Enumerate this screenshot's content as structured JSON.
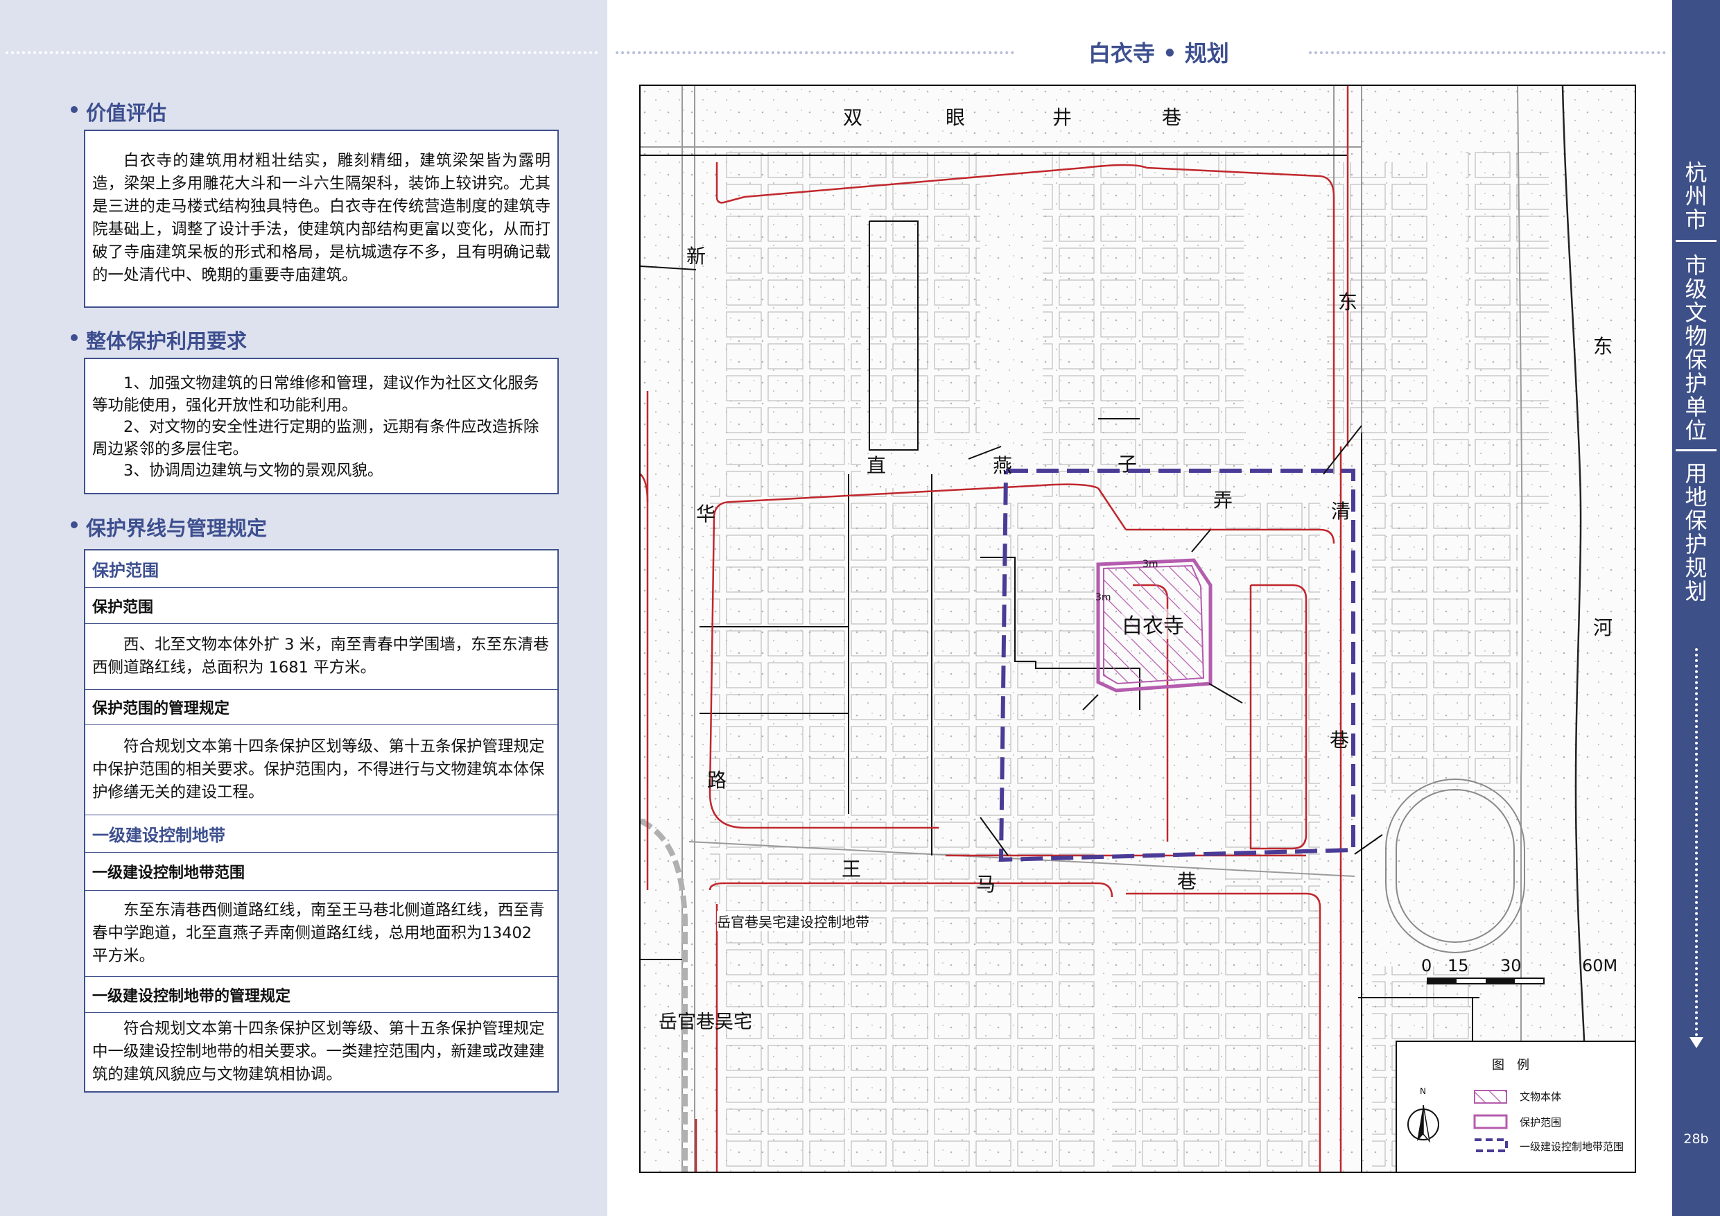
{
  "page_title": "白衣寺 • 规划",
  "page_number": "28b",
  "sidebar": {
    "city": "杭州市",
    "category": "市级文物保护单位",
    "subject": "用地保护规划"
  },
  "value_assessment": {
    "heading": "价值评估",
    "lines": [
      "白衣寺的建筑用材粗壮结实，雕刻精细，建筑梁架皆为露明造，",
      "梁架上多用雕花大斗和一斗六生隔架科，装饰上较讲究。尤其是",
      "三进的走马楼式结构独具特色。白衣寺在传统营造制度的建筑寺",
      "院基础上，调整了设计手法，使建筑内部结构更富以变化，从而",
      "打破了寺庙建筑呆板的形式和格局，是杭城遗存不多，且有明确",
      "记载的一处清代中、晚期的重要寺庙建筑。"
    ]
  },
  "protection_requirements": {
    "heading": "整体保护利用要求",
    "lines": [
      "1、加强文物建筑的日常维修和管理，建议作为社区文化服务",
      "等功能使用，强化开放性和功能利用。",
      "2、对文物的安全性进行定期的监测，远期有条件应改造拆除",
      "周边紧邻的多层住宅。",
      "3、协调周边建筑与文物的景观风貌。"
    ]
  },
  "boundaries": {
    "heading": "保护界线与管理规定",
    "protection_zone": {
      "title": "保护范围",
      "scope_label": "保护范围",
      "scope_lines": [
        "西、北至文物本体外扩 3 米，南至青春中学围墙，东至东清",
        "巷西侧道路红线，总面积为 1681 平方米。"
      ],
      "rules_label": "保护范围的管理规定",
      "rules_lines": [
        "符合规划文本第十四条保护区划等级、第十五条保护管理规定",
        "中保护范围的相关要求。保护范围内，不得进行与文物建筑本体",
        "保护修缮无关的建设工程。"
      ]
    },
    "control_zone": {
      "title": "一级建设控制地带",
      "scope_label": "一级建设控制地带范围",
      "scope_lines": [
        "东至东清巷西侧道路红线，南至王马巷北侧道路红线，西",
        "至青春中学跑道，北至直燕子弄南侧道路红线，总用地面积为",
        "13402 平方米。"
      ],
      "rules_label": "一级建设控制地带的管理规定",
      "rules_lines": [
        "符合规划文本第十四条保护区划等级、第十五条保护管理规定",
        "中一级建设控制地带的相关要求。一类建控范围内，新建或改建",
        "建筑的建筑风貌应与文物建筑相协调。"
      ]
    }
  },
  "map": {
    "streets": {
      "shuangyanjing": [
        "双",
        "眼",
        "井",
        "巷"
      ],
      "xinhua": [
        "新",
        "华",
        "路"
      ],
      "zhiyanzi": [
        "直",
        "燕",
        "子",
        "弄"
      ],
      "dongqing": [
        "东",
        "清",
        "巷"
      ],
      "wangma": [
        "王",
        "马",
        "巷"
      ],
      "donghe": [
        "东",
        "河"
      ]
    },
    "site_label": "白衣寺",
    "offset_label_top": "3m",
    "offset_label_left": "3m",
    "nearby_zone_label": "岳官巷吴宅建设控制地带",
    "nearby_site_label": "岳官巷吴宅",
    "scale_ticks": [
      "0",
      "15",
      "30",
      "60M"
    ],
    "legend": {
      "title": "图　例",
      "north": "N",
      "items": [
        "文物本体",
        "保护范围",
        "一级建设控制地带范围"
      ]
    },
    "colors": {
      "site": "#b45cae",
      "control_zone": "#4a3c96",
      "red_line": "#c1272d"
    }
  }
}
